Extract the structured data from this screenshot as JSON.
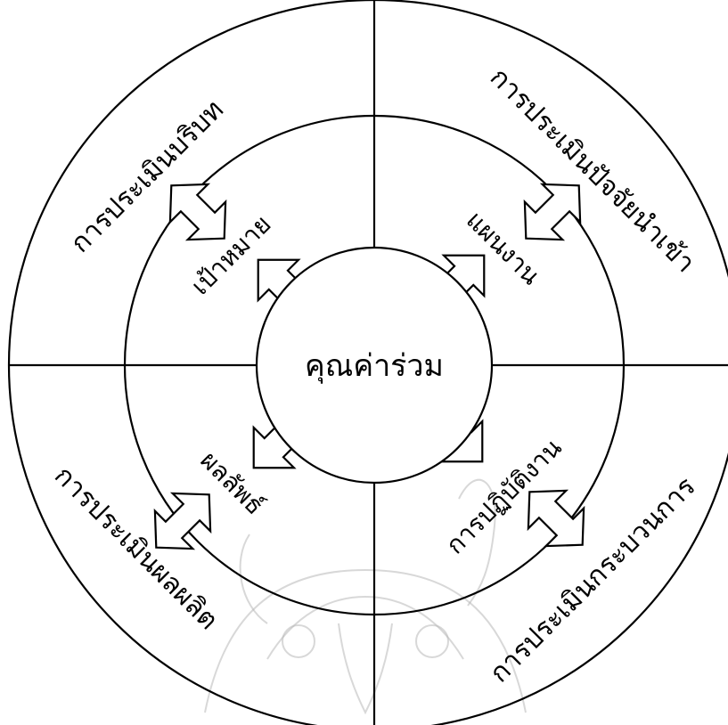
{
  "diagram": {
    "center": {
      "label": "คุณค่าร่วม"
    },
    "outer_quadrants": [
      {
        "id": "context",
        "label": "การประเมินบริบท"
      },
      {
        "id": "input",
        "label": "การประเมินปัจจัยนำเข้า"
      },
      {
        "id": "process",
        "label": "การประเมินกระบวนการ"
      },
      {
        "id": "product",
        "label": "การประเมินผลผลิต"
      }
    ],
    "inner_quadrants": [
      {
        "id": "goal",
        "label": "เป้าหมาย"
      },
      {
        "id": "plan",
        "label": "แผนงาน"
      },
      {
        "id": "action",
        "label": "การปฏิบัติงาน"
      },
      {
        "id": "outcome",
        "label": "ผลลัพธ์"
      }
    ]
  }
}
